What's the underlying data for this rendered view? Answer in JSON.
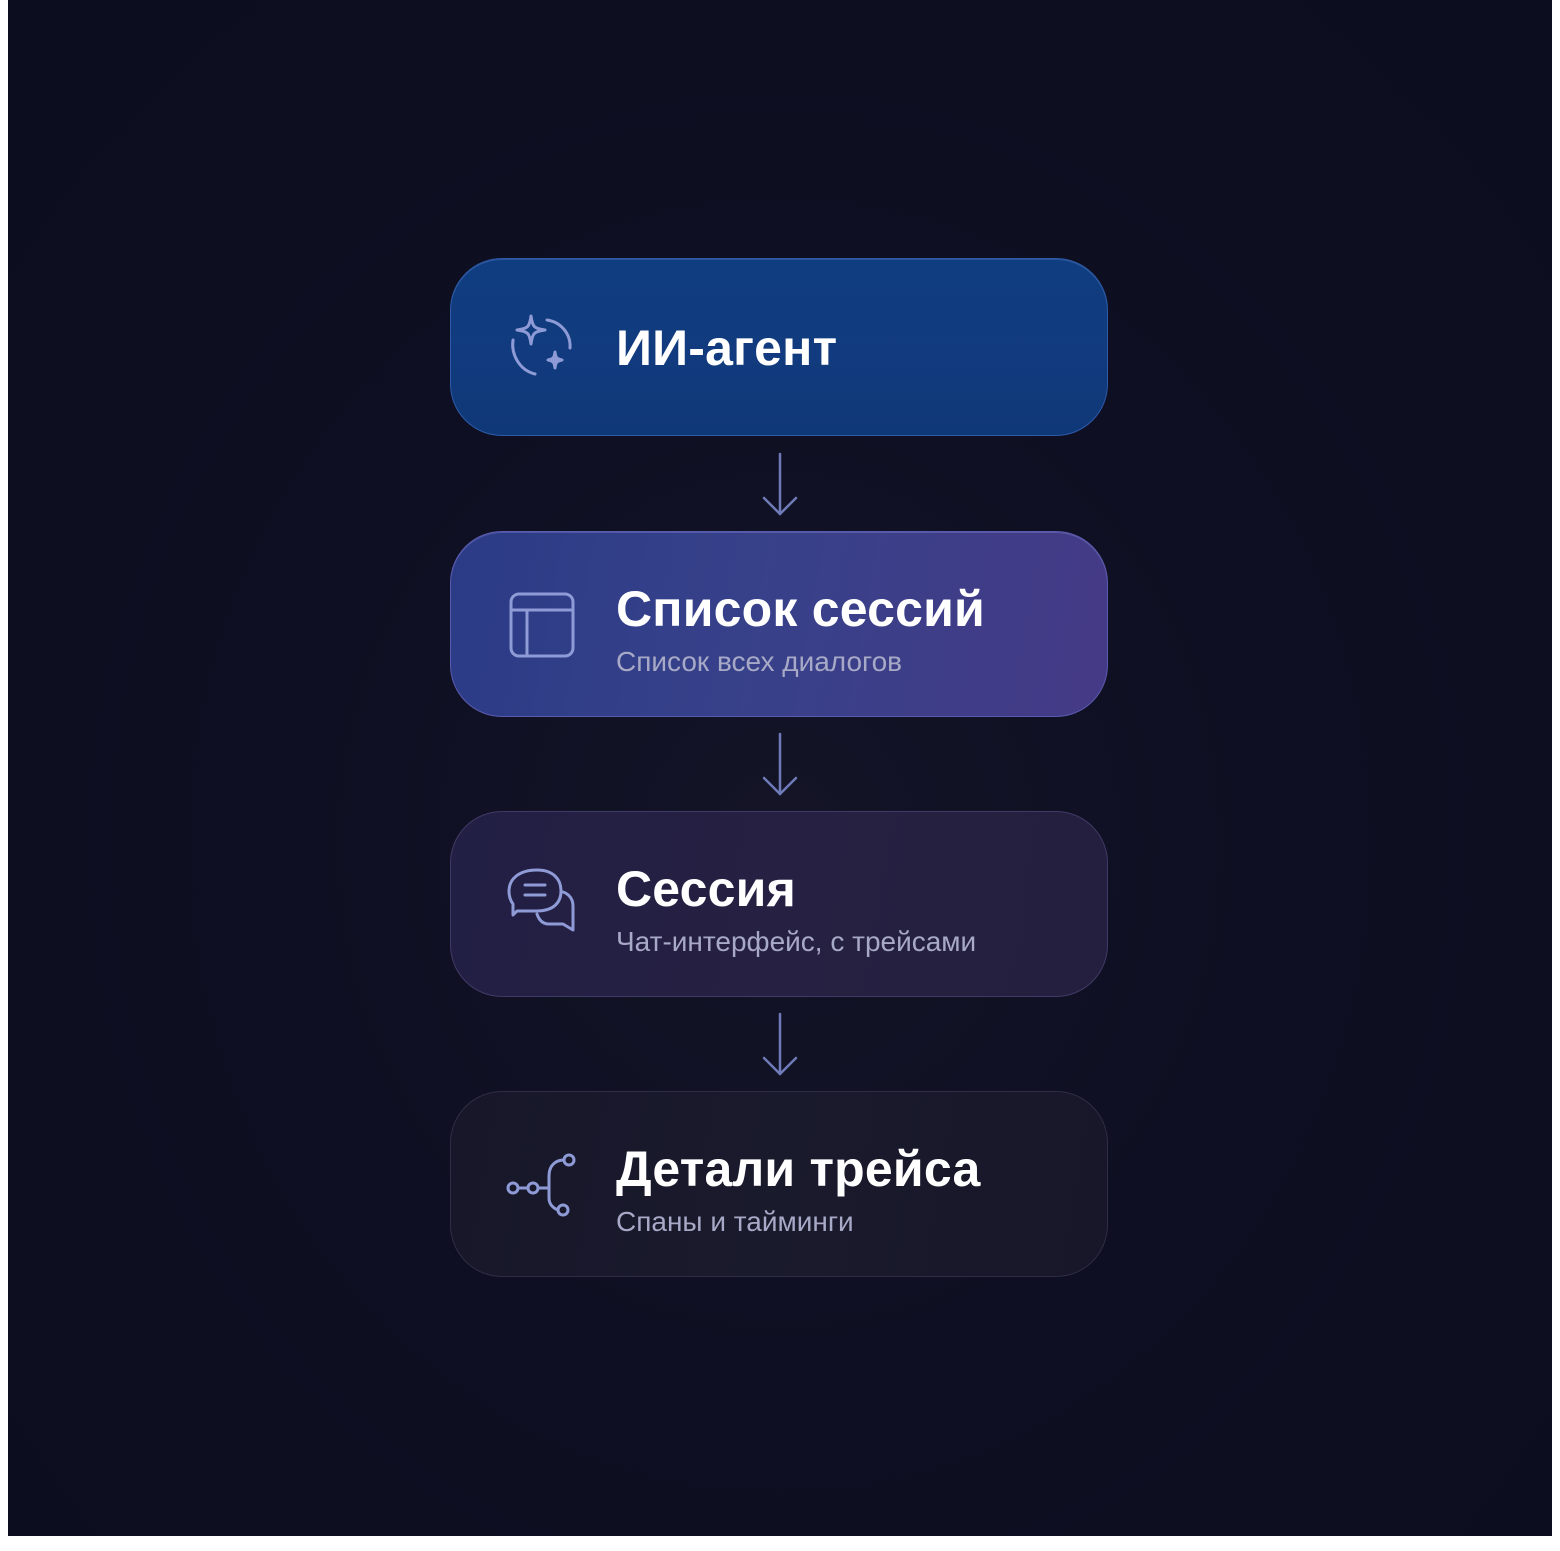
{
  "colors": {
    "background": "#0e0f22",
    "card_1": "#0f3d80",
    "card_2": "#37418a",
    "card_3": "#241f42",
    "card_4": "#18172a",
    "title_text": "#ffffff",
    "subtitle_text": "#a7a9c6",
    "icon_stroke": "#8e9bd6",
    "arrow_stroke": "#6f7bb8"
  },
  "steps": [
    {
      "icon": "sparkle-refresh-icon",
      "title": "ИИ-агент",
      "subtitle": ""
    },
    {
      "icon": "table-layout-icon",
      "title": "Список сессий",
      "subtitle": "Список всех диалогов"
    },
    {
      "icon": "chat-bubbles-icon",
      "title": "Сессия",
      "subtitle": "Чат-интерфейс, с трейсами"
    },
    {
      "icon": "trace-graph-icon",
      "title": "Детали трейса",
      "subtitle": "Спаны и тайминги"
    }
  ],
  "connectors": [
    {
      "from": 0,
      "to": 1,
      "icon": "arrow-down-icon"
    },
    {
      "from": 1,
      "to": 2,
      "icon": "arrow-down-icon"
    },
    {
      "from": 2,
      "to": 3,
      "icon": "arrow-down-icon"
    }
  ]
}
